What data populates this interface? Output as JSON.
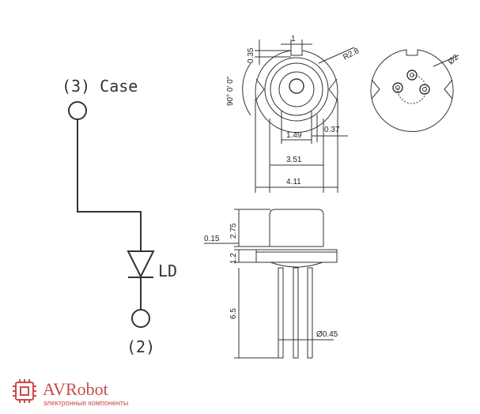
{
  "schematic": {
    "pin3_label": "(3) Case",
    "pin2_label": "(2)",
    "diode_label": "LD"
  },
  "top_view": {
    "dim_1": "1",
    "dim_0_35": "0.35",
    "dim_r28": "R2.8",
    "dim_angle": "90° 0' 0\"",
    "dim_1_49": "1.49",
    "dim_0_37": "0.37",
    "dim_3_51": "3.51",
    "dim_4_11": "4.11"
  },
  "bottom_view": {
    "dim_phi2": "Ø2"
  },
  "side_view": {
    "dim_2_75": "2.75",
    "dim_0_15": "0.15",
    "dim_1_2": "1.2",
    "dim_6_5": "6.5",
    "dim_phi045": "Ø0.45"
  },
  "brand": {
    "name": "AVRobot",
    "tagline": "электронные компоненты",
    "accent": "#c94a4a"
  }
}
